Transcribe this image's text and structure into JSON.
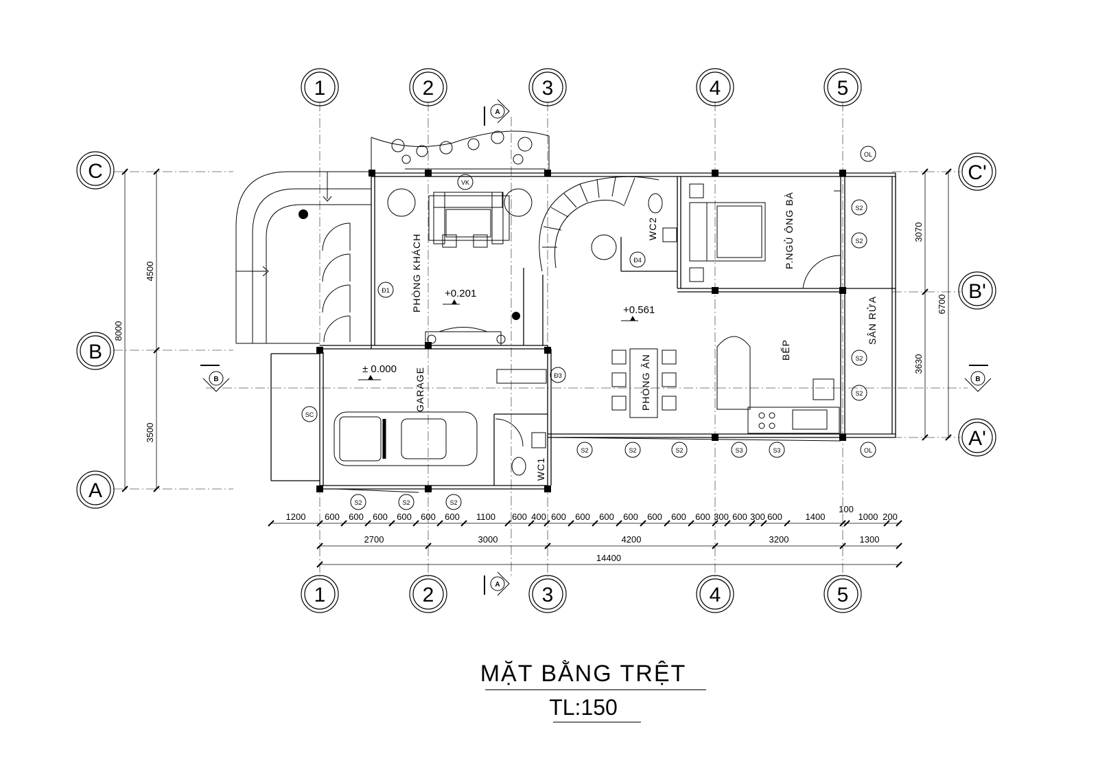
{
  "drawing": {
    "title": "MẶT BẰNG TRỆT",
    "scale": "TL:150"
  },
  "axes": {
    "vertical": [
      "1",
      "2",
      "3",
      "4",
      "5"
    ],
    "horizontal_left": [
      "C",
      "B",
      "A"
    ],
    "horizontal_right": [
      "C'",
      "B'",
      "A'"
    ]
  },
  "rooms": {
    "living": "PHÒNG KHÁCH",
    "garage": "GARAGE",
    "wc1": "WC1",
    "wc2": "WC2",
    "dining": "PHÒNG ĂN",
    "kitchen": "BẾP",
    "bedroom": "P.NGỦ ÔNG BÀ",
    "wash": "SÂN RỬA"
  },
  "levels": {
    "garage": "± 0.000",
    "living": "+0.201",
    "main": "+0.561"
  },
  "section_marks": {
    "a": "A",
    "b": "B"
  },
  "symbols": {
    "d1": "Đ1",
    "d3": "Đ3",
    "d4": "Đ4",
    "vk": "VK",
    "sc": "SC",
    "s2": "S2",
    "s3": "S3",
    "ol": "OL"
  },
  "dimensions": {
    "row1": [
      "1200",
      "600",
      "600",
      "600",
      "600",
      "600",
      "600",
      "1100",
      "600",
      "400",
      "600",
      "600",
      "600",
      "600",
      "600",
      "600",
      "600",
      "300",
      "600",
      "300",
      "600",
      "1400",
      "100",
      "1000",
      "200"
    ],
    "row2": [
      "2700",
      "3000",
      "4200",
      "3200",
      "1300"
    ],
    "total": "14400",
    "left_parts": [
      "4500",
      "3500"
    ],
    "left_total": "8000",
    "right_parts": [
      "3070",
      "3630"
    ],
    "right_total": "6700"
  }
}
